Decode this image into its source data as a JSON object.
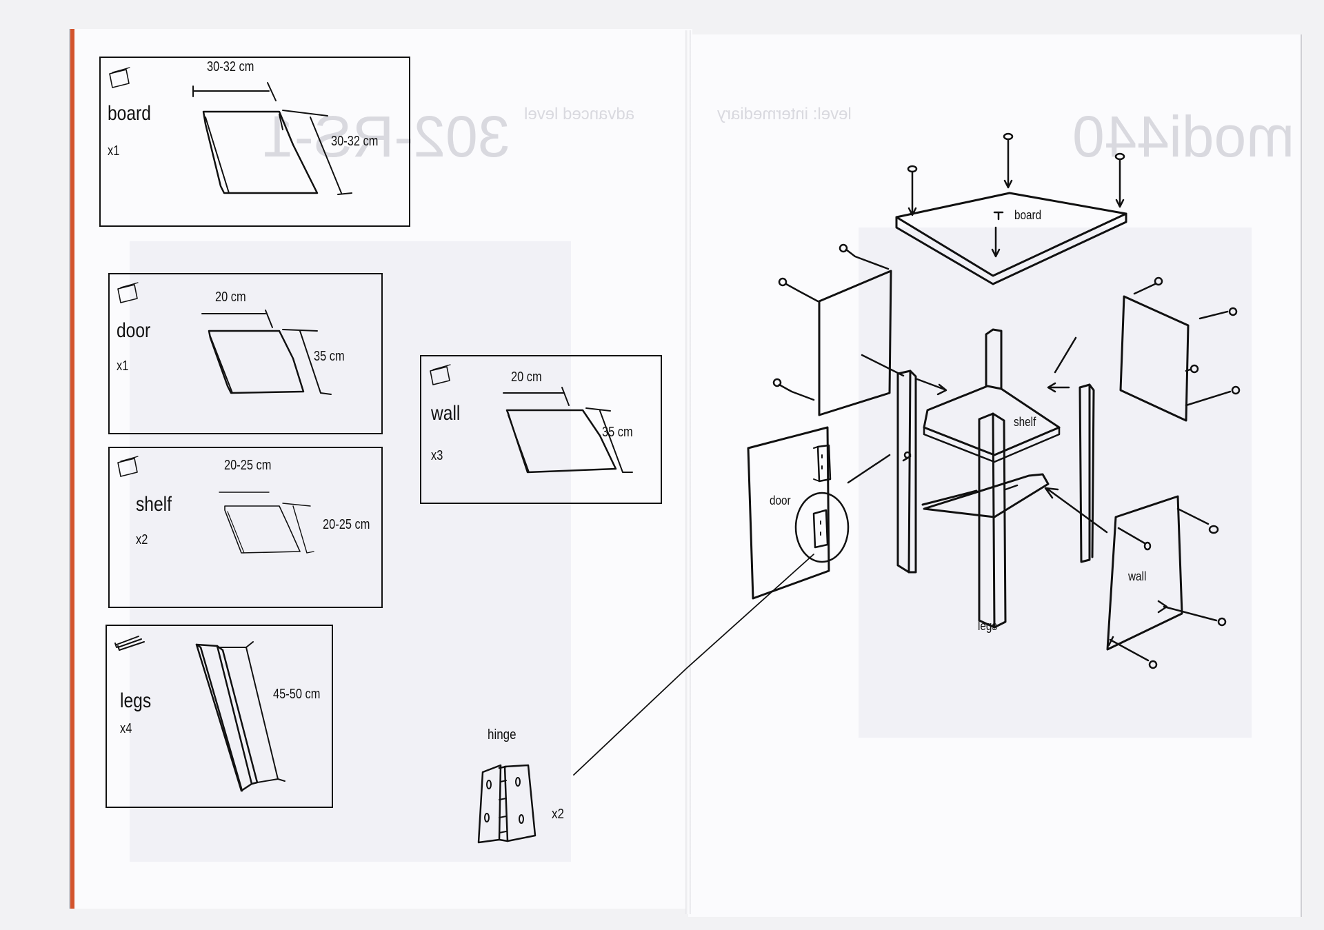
{
  "ghost_text": {
    "title": "modi440",
    "level_1": "level: intermediary",
    "level_2": "advanced level",
    "code": "302-RS-1"
  },
  "parts": [
    {
      "name": "board",
      "qty": "x1",
      "dim_a": "30-32 cm",
      "dim_b": "30-32 cm",
      "icon": "panel-icon"
    },
    {
      "name": "door",
      "qty": "x1",
      "dim_a": "20 cm",
      "dim_b": "35 cm",
      "icon": "panel-icon"
    },
    {
      "name": "shelf",
      "qty": "x2",
      "dim_a": "20-25 cm",
      "dim_b": "20-25 cm",
      "icon": "panel-icon"
    },
    {
      "name": "legs",
      "qty": "x4",
      "dim_a": "45-50 cm",
      "icon": "legs-icon"
    },
    {
      "name": "wall",
      "qty": "x3",
      "dim_a": "20 cm",
      "dim_b": "35 cm",
      "icon": "panel-icon"
    }
  ],
  "hinge": {
    "name": "hinge",
    "qty": "x2"
  },
  "assembly": {
    "board": "board",
    "shelf": "shelf",
    "door": "door",
    "legs": "legs",
    "wall": "wall"
  },
  "colors": {
    "ink": "#111111",
    "spine_accent": "#d3542d",
    "paper": "#fbfbfd"
  }
}
